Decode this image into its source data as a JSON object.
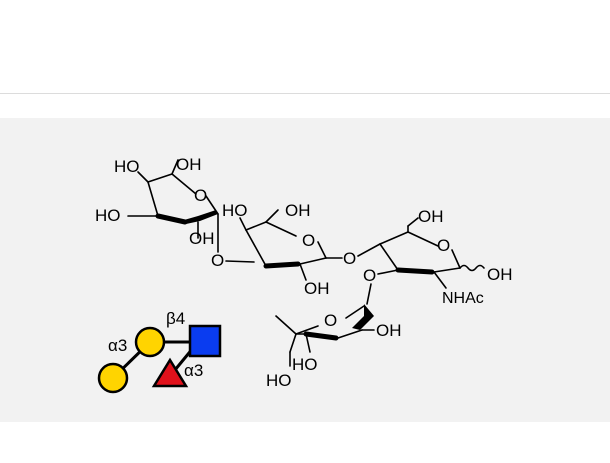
{
  "structure": {
    "labels": {
      "gal_ho4": "HO",
      "gal_oh6": "OH",
      "gal_ho3": "HO",
      "gal_oh2": "OH",
      "gal_ring_o": "O",
      "link_o1": "O",
      "gal2_ho4": "HO",
      "gal2_oh6": "OH",
      "gal2_ring_o": "O",
      "gal2_oh2": "OH",
      "link_o2": "O",
      "glcnac_oh6": "OH",
      "glcnac_ring_o": "O",
      "glcnac_o3": "O",
      "glcnac_oh1": "OH",
      "glcnac_nhac": "NHAc",
      "fuc_ring_o": "O",
      "fuc_oh2": "OH",
      "fuc_ho3": "HO",
      "fuc_ho4": "HO"
    }
  },
  "symbol_diagram": {
    "labels": {
      "beta4": "β4",
      "alpha3_gal": "α3",
      "alpha3_fuc": "α3"
    },
    "colors": {
      "galactose": "#ffd400",
      "glcnac": "#0a3cf0",
      "fucose": "#e0111b",
      "outline": "#000000"
    }
  }
}
